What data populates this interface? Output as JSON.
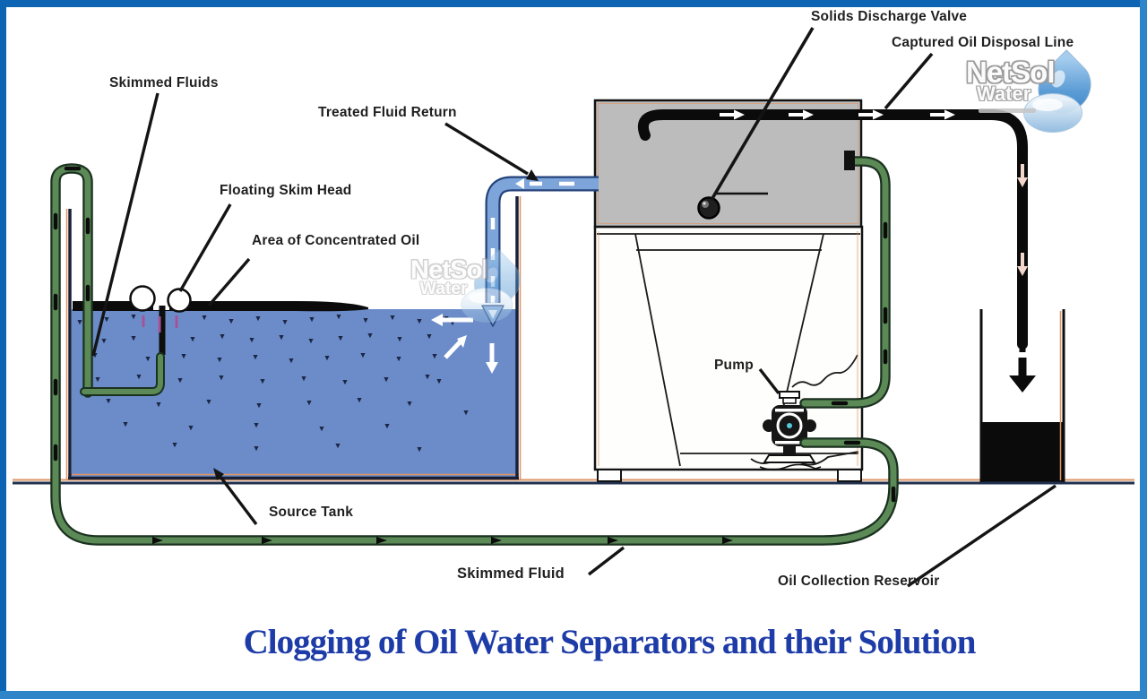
{
  "title": "Clogging of Oil Water Separators and their Solution",
  "labels": {
    "skimmed_fluids": "Skimmed Fluids",
    "treated_fluid_return": "Treated Fluid Return",
    "floating_skim_head": "Floating Skim Head",
    "area_of_concentrated_oil": "Area of Concentrated Oil",
    "solids_discharge_valve": "Solids Discharge Valve",
    "captured_oil_disposal_line": "Captured Oil Disposal Line",
    "pump": "Pump",
    "source_tank": "Source Tank",
    "skimmed_fluid": "Skimmed Fluid",
    "oil_collection_reservoir": "Oil Collection Reservoir"
  },
  "logo": {
    "name": "NetSol",
    "sub": "Water"
  },
  "colors": {
    "water": "#6b8cc9",
    "oil": "#0b0b0b",
    "gray_box": "#bcbcbc",
    "pipe_green": "#5b8a57",
    "pipe_green_outline": "#1b3120",
    "blue_pipe": "#7da5d9",
    "blue_pipe_outline": "#24427b",
    "orange_accent": "#dc9465",
    "title_blue": "#1e3ca8",
    "frame_dark": "#0c64b2",
    "frame_light": "#2e86c8",
    "label_ink": "#1f1f1f"
  }
}
